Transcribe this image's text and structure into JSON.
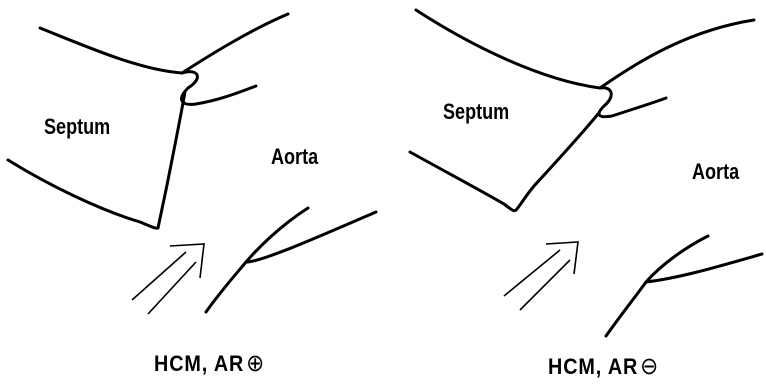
{
  "panels": [
    {
      "septum_label": "Septum",
      "aorta_label": "Aorta",
      "caption_text": "HCM, AR",
      "caption_symbol": "⊕"
    },
    {
      "septum_label": "Septum",
      "aorta_label": "Aorta",
      "caption_text": "HCM, AR",
      "caption_symbol": "⊖"
    }
  ]
}
